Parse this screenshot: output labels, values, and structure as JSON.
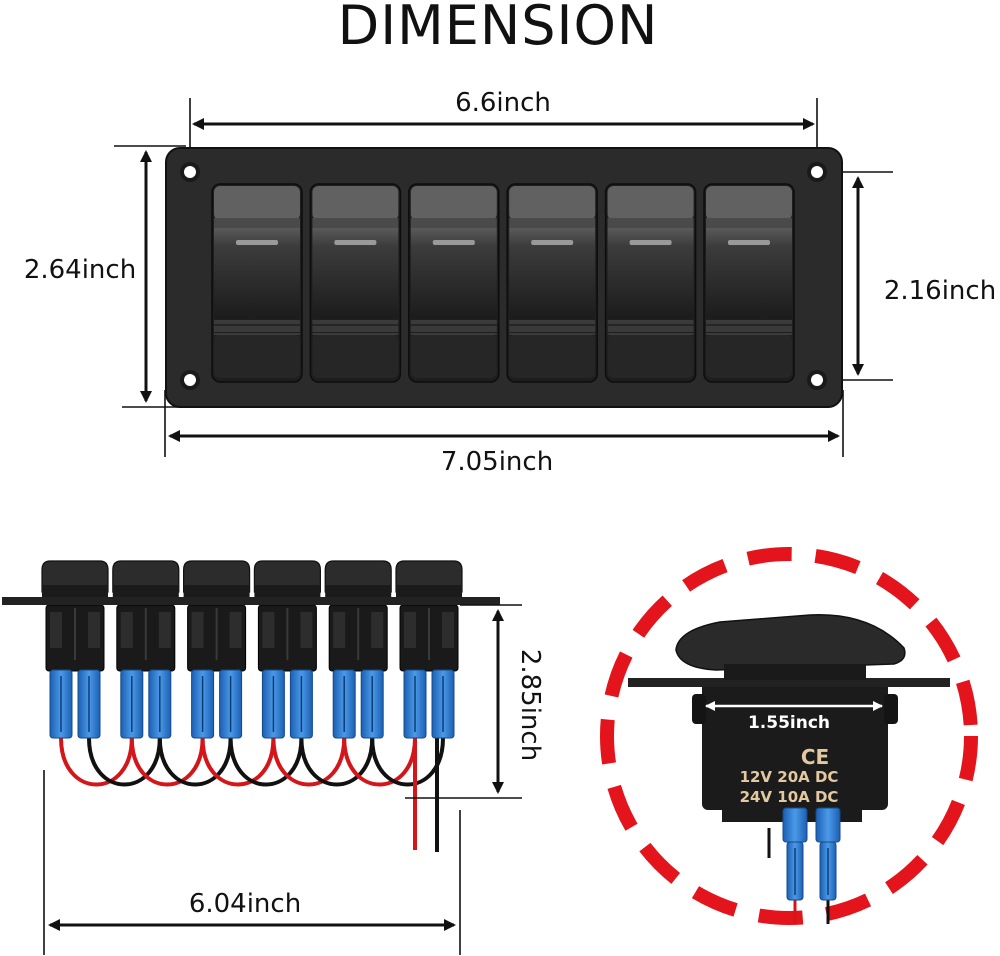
{
  "title": "DIMENSION",
  "dimensions": {
    "top_hole_width": "6.6inch",
    "panel_height": "2.64inch",
    "hole_height": "2.16inch",
    "panel_width": "7.05inch",
    "depth": "2.85inch",
    "body_width": "6.04inch",
    "switch_width": "1.55inch"
  },
  "switch_label": {
    "mark": "CE",
    "rating_12v": "12V 20A DC",
    "rating_24v": "24V 10A DC"
  },
  "colors": {
    "panel": "#2b2b2b",
    "wire_red": "#d4161a",
    "wire_black": "#111111",
    "connector_blue": "#2f7fd6",
    "dashed_circle": "#e3141b"
  },
  "switch_count": 6
}
